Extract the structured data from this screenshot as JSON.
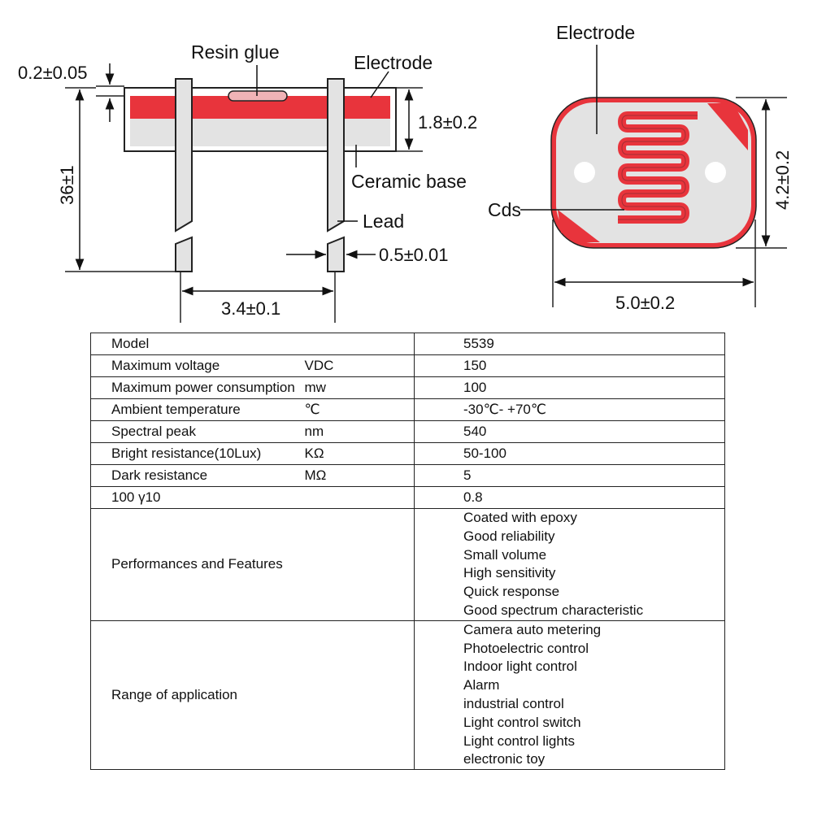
{
  "side_view": {
    "labels": {
      "resin_glue": "Resin glue",
      "electrode": "Electrode",
      "ceramic_base": "Ceramic base",
      "lead": "Lead"
    },
    "dimensions": {
      "coating_thickness": "0.2±0.05",
      "body_height": "1.8±0.2",
      "lead_length": "36±1",
      "lead_width": "0.5±0.01",
      "lead_pitch": "3.4±0.1"
    }
  },
  "top_view": {
    "labels": {
      "electrode": "Electrode",
      "cds": "Cds"
    },
    "dimensions": {
      "width": "5.0±0.2",
      "height": "4.2±0.2"
    }
  },
  "colors": {
    "red": "#e8343c",
    "body_gray": "#e3e3e3",
    "outline": "#222222"
  },
  "spec_table": {
    "rows": [
      {
        "name": "Model",
        "unit": "",
        "value": "5539"
      },
      {
        "name": "Maximum voltage",
        "unit": "VDC",
        "value": "150"
      },
      {
        "name": "Maximum power consumption",
        "unit": "mw",
        "value": "100"
      },
      {
        "name": "Ambient temperature",
        "unit": "℃",
        "value": "-30℃- +70℃"
      },
      {
        "name": "Spectral peak",
        "unit": "nm",
        "value": "540"
      },
      {
        "name": "Bright resistance(10Lux)",
        "unit": "KΩ",
        "value": "50-100"
      },
      {
        "name": "Dark resistance",
        "unit": "MΩ",
        "value": "5"
      },
      {
        "name": "100 γ10",
        "unit": "",
        "value": "0.8"
      }
    ],
    "features": {
      "name": "Performances and Features",
      "items": [
        "Coated with epoxy",
        "Good reliability",
        "Small volume",
        "High sensitivity",
        "Quick response",
        "Good spectrum characteristic"
      ]
    },
    "applications": {
      "name": "Range of application",
      "items": [
        "Camera auto metering",
        "Photoelectric control",
        "Indoor light control",
        "Alarm",
        "industrial control",
        "Light control switch",
        "Light control lights",
        "electronic toy"
      ]
    }
  }
}
